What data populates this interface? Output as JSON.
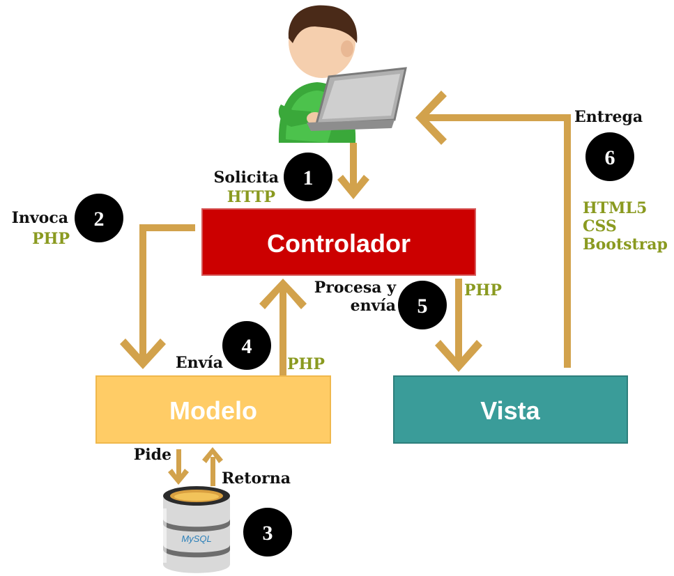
{
  "colors": {
    "arrow": "#d2a24c",
    "controlador_box": "#cc0000",
    "modelo_box": "#ffcc66",
    "vista_box": "#3a9c99",
    "step_circle": "#000000",
    "tech_text": "#8a9a20"
  },
  "icons": {
    "user": "user-with-laptop-icon",
    "database": "mysql-database-icon"
  },
  "boxes": {
    "controlador": "Controlador",
    "modelo": "Modelo",
    "vista": "Vista"
  },
  "database": {
    "logo": "MySQL"
  },
  "steps": [
    {
      "number": "1",
      "label": "Solicita",
      "tech": "HTTP"
    },
    {
      "number": "2",
      "label": "Invoca",
      "tech": "PHP"
    },
    {
      "number": "3"
    },
    {
      "number": "4",
      "label": "Envía",
      "tech": "PHP"
    },
    {
      "number": "5",
      "label_line1": "Procesa y",
      "label_line2": "envía",
      "tech": "PHP"
    },
    {
      "number": "6",
      "label": "Entrega",
      "tech_lines": [
        "HTML5",
        "CSS",
        "Bootstrap"
      ]
    }
  ],
  "db_arrows": {
    "down_label": "Pide",
    "up_label": "Retorna"
  }
}
